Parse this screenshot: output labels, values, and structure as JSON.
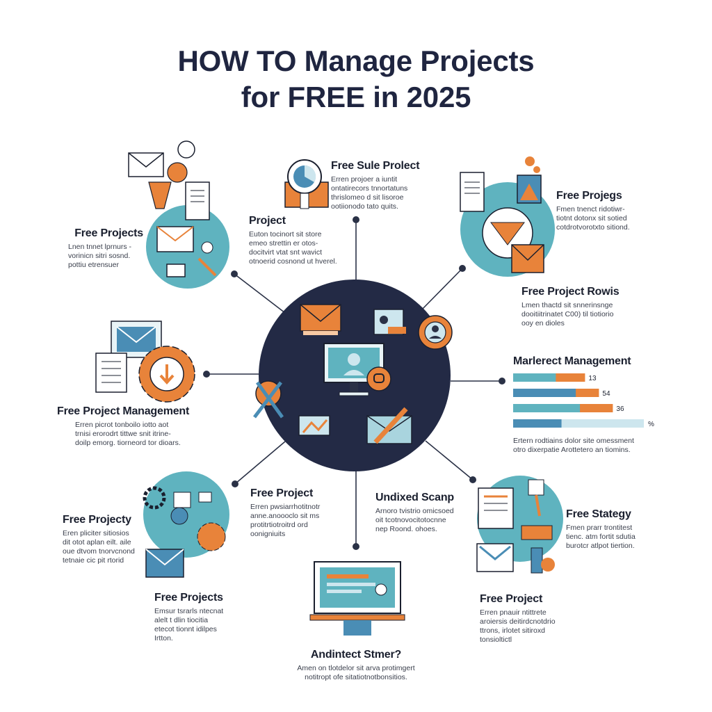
{
  "title": {
    "line1": "HOW TO Manage Projects",
    "line2": "for FREE in 2025"
  },
  "colors": {
    "navy": "#232a45",
    "teal": "#5fb3bf",
    "orange": "#e8833a",
    "blue": "#4a8db5",
    "light": "#cde6ee"
  },
  "blocks": [
    {
      "id": "top-left",
      "heading": "Free Projects",
      "lines": [
        "Lnen tnnet lprnurs -",
        "vorinicn sitri sosnd.",
        "pottiu etrensuer"
      ]
    },
    {
      "id": "upper-center-left",
      "heading": "Project",
      "lines": [
        "Euton tocinort sit store",
        "emeo strettin er otos-",
        "docitvirt vtat snt wavict",
        "otnoerid cosnond ut hverel."
      ]
    },
    {
      "id": "top-center",
      "heading": "Free Sule Prolect",
      "lines": [
        "Erren projoer a iuntit",
        "ontatirecors tnnortatuns",
        "thrislomeo d sit lisoroe",
        "ootiionodo tato quits."
      ]
    },
    {
      "id": "top-right",
      "heading": "Free Projegs",
      "lines": [
        "Fmen tnenct ridotiwr-",
        "tiotnt dotonx sit sotied",
        "cotdrotvorotxto sitiond."
      ]
    },
    {
      "id": "right-upper",
      "heading": "Free Project Rowis",
      "lines": [
        "Lmen thactd sit snnerinsnge",
        "dooitiitrinatet C00) til tiotiorio",
        "ooy en dioles"
      ]
    },
    {
      "id": "right-middle",
      "heading": "Marlerect Management",
      "lines": [
        "Ertern rodtiains dolor site omessment",
        "otro dixerpatie Arottetero an tiomins."
      ]
    },
    {
      "id": "left-middle",
      "heading": "Free Project Management",
      "lines": [
        "Erren picrot tonboilo iotto aot",
        "trnisi erorodrt tittwe snit itrine-",
        "doilp emorg. tiorneord tor dioars."
      ]
    },
    {
      "id": "lower-center-left",
      "heading": "Free Project",
      "lines": [
        "Erren pwsiarrhotitnotr",
        "anne.anoooclo sit ms",
        "protitrtiotroitrd ord",
        "oonigniuits"
      ]
    },
    {
      "id": "lower-center-right",
      "heading": "Undixed Scanp",
      "lines": [
        "Arnoro tvistrio omicsoed",
        "oit tcotnovocitotocnne",
        "nep Roond. ohoes."
      ]
    },
    {
      "id": "bottom-left",
      "heading": "Free Projecty",
      "lines": [
        "Eren pliciter sitiosios",
        "dit otot aplan eilt. aile",
        "oue dtvom tnorvcnond",
        "tetnaie cic pit rtorid"
      ]
    },
    {
      "id": "bottom-right",
      "heading": "Free Stategy",
      "lines": [
        "Fmen prarr trontitest",
        "tienc. atm fortit sdutia",
        "burotcr atlpot tiertion."
      ]
    },
    {
      "id": "bottom-left-lower",
      "heading": "Free Projects",
      "lines": [
        "Emsur tsrarls ntecnat",
        "alelt t dlin tiocitia",
        "etecot tionnt idilpes",
        "Irtton."
      ]
    },
    {
      "id": "bottom-right-lower",
      "heading": "Free Project",
      "lines": [
        "Erren pnauir ntittrete",
        "aroiersis deitirdcnotdrio",
        "ttrons, irlotet sitiroxd",
        "tonsioltictl"
      ]
    },
    {
      "id": "bottom-center",
      "heading": "Andintect Stmer?",
      "lines": [
        "Amen on tlotdelor sit arva protimgert",
        "notitropt ofe sitatiotnotbonsitios."
      ]
    }
  ],
  "chart_data": {
    "type": "bar",
    "title": "Marlerect Management",
    "categories": [
      "",
      "",
      "",
      ""
    ],
    "series": [
      {
        "values": [
          13,
          54,
          36,
          100
        ]
      }
    ],
    "value_labels": [
      "13",
      "54",
      "36",
      "%"
    ]
  }
}
